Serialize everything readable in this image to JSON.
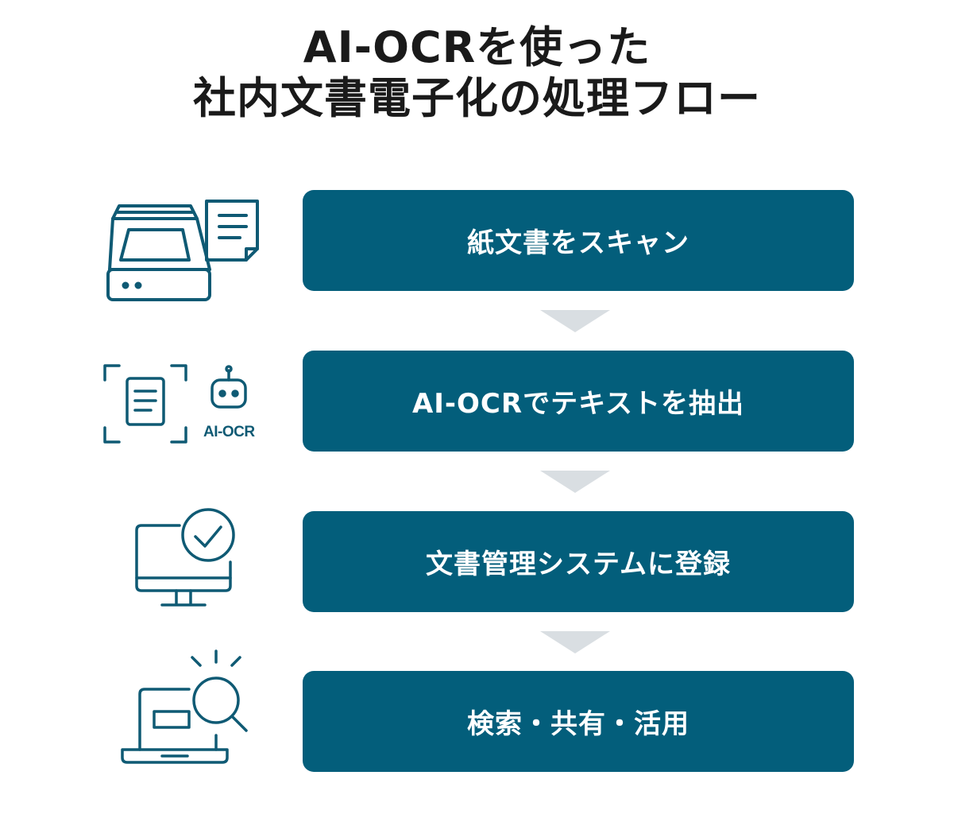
{
  "title": {
    "line1": "AI-OCRを使った",
    "line2": "社内文書電子化の処理フロー"
  },
  "steps": [
    {
      "label": "紙文書をスキャン",
      "icon": "scanner-icon"
    },
    {
      "label": "AI-OCRでテキストを抽出",
      "icon": "ai-ocr-icon"
    },
    {
      "label": "文書管理システムに登録",
      "icon": "monitor-check-icon"
    },
    {
      "label": "検索・共有・活用",
      "icon": "laptop-search-icon"
    }
  ],
  "icon_text": {
    "ai_ocr": "AI-OCR"
  },
  "colors": {
    "step_bg": "#035e7b",
    "icon_stroke": "#0f5a74",
    "arrow": "#d9dee2",
    "title": "#1a1a1a"
  }
}
